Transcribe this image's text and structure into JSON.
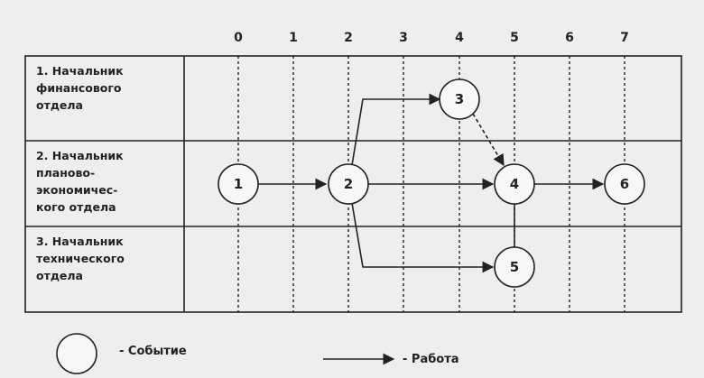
{
  "axis": {
    "ticks": [
      "0",
      "1",
      "2",
      "3",
      "4",
      "5",
      "6",
      "7"
    ]
  },
  "rows": [
    {
      "lines": [
        "1. Начальник",
        "финансового",
        "отдела"
      ]
    },
    {
      "lines": [
        "2. Начальник",
        "планово-",
        "экономичес-",
        "кого отдела"
      ]
    },
    {
      "lines": [
        "3. Начальник",
        "технического",
        "отдела"
      ]
    }
  ],
  "events": [
    {
      "label": "1"
    },
    {
      "label": "2"
    },
    {
      "label": "3"
    },
    {
      "label": "4"
    },
    {
      "label": "5"
    },
    {
      "label": "6"
    }
  ],
  "works": [
    {
      "from": "1",
      "to": "2",
      "dashed": false
    },
    {
      "from": "2",
      "to": "3",
      "dashed": false
    },
    {
      "from": "2",
      "to": "4",
      "dashed": false
    },
    {
      "from": "2",
      "to": "5",
      "dashed": false
    },
    {
      "from": "3",
      "to": "4",
      "dashed": true
    },
    {
      "from": "4",
      "to": "6",
      "dashed": false
    },
    {
      "from": "4",
      "to": "5",
      "dashed": false
    }
  ],
  "legend": {
    "event_label": "- Событие",
    "work_label": "- Работа"
  },
  "colors": {
    "ink": "#222222",
    "background": "#eeeeee",
    "node_fill": "#f7f7f7"
  }
}
